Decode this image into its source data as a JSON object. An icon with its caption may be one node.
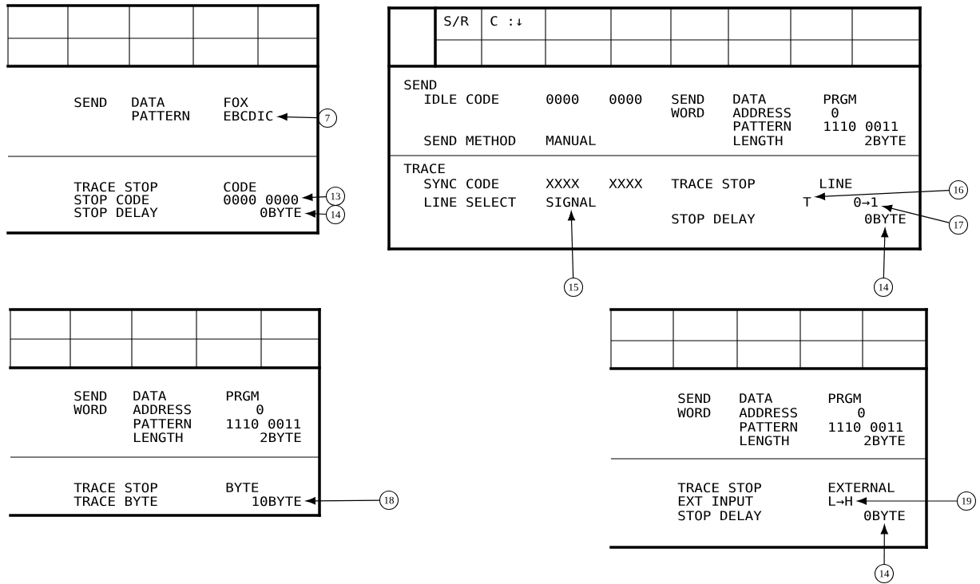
{
  "diagram": {
    "nodes": [
      {
        "text": [
          "SEND",
          "DATA",
          "FOX",
          "PATTERN",
          "TRACE STOP",
          "CODE",
          "STOP CODE",
          "STOP DELAY"
        ]
      },
      {
        "text": [
          "EBCDIC"
        ],
        "in": 0
      },
      {
        "text": [
          "0000 0000"
        ],
        "in": 0
      },
      {
        "text": [
          "0BYTE"
        ],
        "in": 0
      },
      {
        "text": [
          "7"
        ]
      },
      {
        "text": [
          "13"
        ]
      },
      {
        "text": [
          "14"
        ]
      },
      {
        "text": [
          "S/R",
          "C :↓",
          "SEND",
          "IDLE CODE",
          "0000",
          "0000",
          "SEND",
          "DATA",
          "PRGM",
          "WORD",
          "ADDRESS",
          "0",
          "PATTERN",
          "1110 0011",
          "SEND METHOD",
          "MANUAL",
          "LENGTH",
          "2BYTE",
          "TRACE",
          "SYNC CODE",
          "XXXX",
          "XXXX",
          "TRACE STOP",
          "LINE",
          "LINE SELECT",
          "STOP DELAY"
        ]
      },
      {
        "text": [
          "SIGNAL"
        ],
        "in": 7
      },
      {
        "text": [
          "T"
        ],
        "in": 7
      },
      {
        "text": [
          "0→1"
        ],
        "in": 7
      },
      {
        "text": [
          "0BYTE"
        ],
        "in": 7
      },
      {
        "text": [
          "16"
        ]
      },
      {
        "text": [
          "17"
        ]
      },
      {
        "text": [
          "15"
        ]
      },
      {
        "text": [
          "14"
        ]
      },
      {
        "text": [
          "SEND",
          "DATA",
          "PRGM",
          "WORD",
          "ADDRESS",
          "0",
          "PATTERN",
          "1110 0011",
          "LENGTH",
          "2BYTE",
          "TRACE STOP",
          "BYTE",
          "TRACE BYTE"
        ]
      },
      {
        "text": [
          "10BYTE"
        ],
        "in": 16
      },
      {
        "text": [
          "18"
        ]
      },
      {
        "text": [
          "SEND",
          "DATA",
          "PRGM",
          "WORD",
          "ADDRESS",
          "0",
          "PATTERN",
          "1110 0011",
          "LENGTH",
          "2BYTE",
          "TRACE STOP",
          "EXTERNAL",
          "EXT INPUT",
          "STOP DELAY"
        ]
      },
      {
        "text": [
          "L→H"
        ],
        "in": 19
      },
      {
        "text": [
          "0BYTE"
        ],
        "in": 19
      },
      {
        "text": [
          "19"
        ]
      },
      {
        "text": [
          "14"
        ]
      }
    ],
    "edges": [
      {
        "from": 4,
        "to": 1,
        "arrow": "to"
      },
      {
        "from": 5,
        "to": 2,
        "arrow": "to"
      },
      {
        "from": 6,
        "to": 3,
        "arrow": "to"
      },
      {
        "from": 12,
        "to": 9,
        "arrow": "to"
      },
      {
        "from": 13,
        "to": 10,
        "arrow": "to"
      },
      {
        "from": 14,
        "to": 8,
        "arrow": "to"
      },
      {
        "from": 15,
        "to": 11,
        "arrow": "to"
      },
      {
        "from": 18,
        "to": 17,
        "arrow": "to"
      },
      {
        "from": 22,
        "to": 20,
        "arrow": "to"
      },
      {
        "from": 23,
        "to": 21,
        "arrow": "to"
      }
    ]
  }
}
